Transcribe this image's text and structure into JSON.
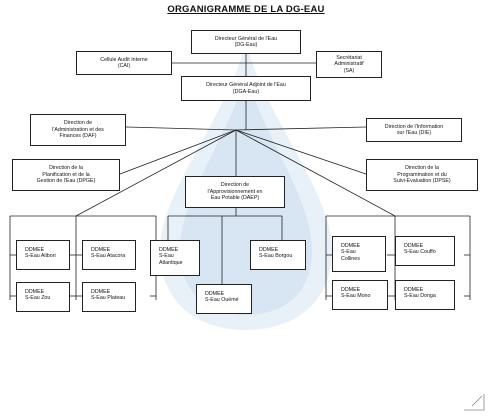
{
  "title": "ORGANIGRAMME DE LA DG-EAU",
  "boxes": {
    "dg": "Directeur Général de l'Eau\n(DG-Eau)",
    "cai": "Cellule Audit Interne\n(CAI)",
    "sa": "Secrétariat\nAdministratif\n(SA)",
    "dga": "Directeur Général Adjoint de l'Eau\n(DGA-Eau)",
    "daf": "Direction de\nl'Administration et des\nFinances (DAF)",
    "die": "Direction de l'Information\nsur l'Eau (DIE)",
    "dpge": "Direction de la\nPlanification et de la\nGestion de l'Eau (DPGE)",
    "dpse": "Direction de la\nProgrammation et du\nSuivi-Evaluation (DPSE)",
    "daep": "Direction de\nl'Approvisionnement en\nEau Potable (DAEP)",
    "alibori": "DDMEE\nS-Eau Alibori",
    "atacora": "DDMEE\nS-Eau Atacora",
    "zou": "DDMEE\nS-Eau Zou",
    "plateau": "DDMEE\nS-Eau Plateau",
    "atlantique": "DDMEE\nS-Eau\nAtlantique",
    "borgou": "DDMEE\nS-Eau Borgou",
    "oueme": "DDMEE\nS-Eau Ouémé",
    "collines": "DDMEE\nS-Eau\nCollines",
    "couffo": "DDMEE\nS-Eau Couffo",
    "mono": "DDMEE\nS-Eau Mono",
    "donga": "DDMEE\nS-Eau Donga"
  },
  "colors": {
    "watermark": "#8fb6d8",
    "line": "#222222"
  }
}
